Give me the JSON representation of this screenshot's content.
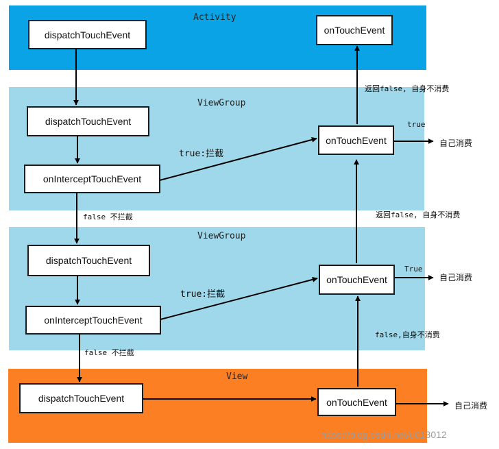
{
  "layers": {
    "activity": {
      "title": "Activity",
      "color": "#0aa4e6"
    },
    "viewgroup1": {
      "title": "ViewGroup",
      "color": "#9fd8ea"
    },
    "viewgroup2": {
      "title": "ViewGroup",
      "color": "#9fd8ea"
    },
    "view": {
      "title": "View",
      "color": "#fd7f23"
    }
  },
  "boxes": {
    "activity_dispatch": "dispatchTouchEvent",
    "activity_ontouch": "onTouchEvent",
    "vg1_dispatch": "dispatchTouchEvent",
    "vg1_intercept": "onInterceptTouchEvent",
    "vg1_ontouch": "onTouchEvent",
    "vg2_dispatch": "dispatchTouchEvent",
    "vg2_intercept": "onInterceptTouchEvent",
    "vg2_ontouch": "onTouchEvent",
    "view_dispatch": "dispatchTouchEvent",
    "view_ontouch": "onTouchEvent"
  },
  "labels": {
    "vg1_return_false": "返回false, 自身不消费",
    "vg1_true": "true",
    "vg1_self_consume": "自己消费",
    "vg1_intercept_true": "true:拦截",
    "vg1_false_no_intercept": "false 不拦截",
    "vg2_return_false": "返回false, 自身不消费",
    "vg2_true": "True",
    "vg2_self_consume": "自己消费",
    "vg2_intercept_true": "true:拦截",
    "vg2_false_no_intercept": "false 不拦截",
    "view_false": "false,自身不消费",
    "view_self_consume": "自己消费"
  },
  "watermark": "https://blog.csdn.net/u013012"
}
